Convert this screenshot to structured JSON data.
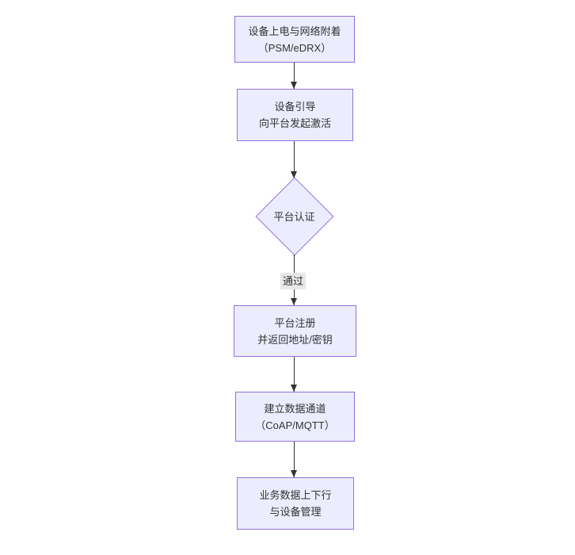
{
  "diagram": {
    "type": "flowchart",
    "direction": "top-down",
    "colors": {
      "node_fill": "#ECECFF",
      "node_border": "#9370DB",
      "edge_line": "#333333",
      "edge_label_bg": "#e8e8e8",
      "text": "#333333",
      "background": "#ffffff"
    },
    "nodes": [
      {
        "id": "A",
        "shape": "rect",
        "lines": [
          "设备上电与网络附着",
          "（PSM/eDRX）"
        ]
      },
      {
        "id": "B",
        "shape": "rect",
        "lines": [
          "设备引导",
          "向平台发起激活"
        ]
      },
      {
        "id": "C",
        "shape": "diamond",
        "lines": [
          "平台认证"
        ]
      },
      {
        "id": "D",
        "shape": "rect",
        "lines": [
          "平台注册",
          "并返回地址/密钥"
        ]
      },
      {
        "id": "E",
        "shape": "rect",
        "lines": [
          "建立数据通道",
          "（CoAP/MQTT）"
        ]
      },
      {
        "id": "F",
        "shape": "rect",
        "lines": [
          "业务数据上下行",
          "与设备管理"
        ]
      }
    ],
    "edges": [
      {
        "from": "A",
        "to": "B",
        "label": ""
      },
      {
        "from": "B",
        "to": "C",
        "label": ""
      },
      {
        "from": "C",
        "to": "D",
        "label": "通过"
      },
      {
        "from": "D",
        "to": "E",
        "label": ""
      },
      {
        "from": "E",
        "to": "F",
        "label": ""
      }
    ]
  }
}
